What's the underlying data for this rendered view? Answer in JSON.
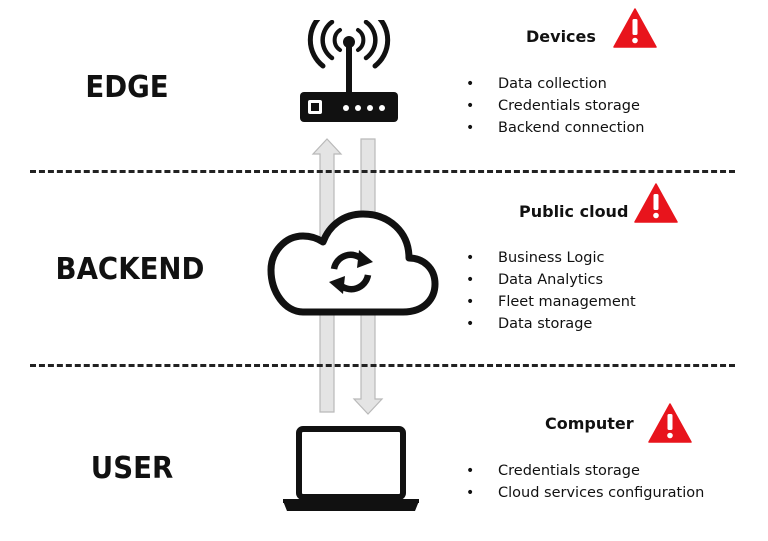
{
  "tiers": {
    "edge": "EDGE",
    "backend": "BACKEND",
    "user": "USER"
  },
  "panels": {
    "devices": {
      "title": "Devices",
      "items": [
        "Data collection",
        "Credentials storage",
        "Backend connection"
      ]
    },
    "cloud": {
      "title": "Public cloud",
      "items": [
        "Business Logic",
        "Data Analytics",
        "Fleet management",
        "Data storage"
      ]
    },
    "computer": {
      "title": "Computer",
      "items": [
        "Credentials storage",
        "Cloud services configuration"
      ]
    }
  },
  "icons": {
    "router": "router-icon",
    "cloud": "cloud-sync-icon",
    "laptop": "laptop-icon",
    "warning": "warning-icon"
  },
  "colors": {
    "warning": "#e8141c",
    "arrow_fill": "#e4e4e4",
    "arrow_stroke": "#b9b9b9",
    "ink": "#111111"
  }
}
